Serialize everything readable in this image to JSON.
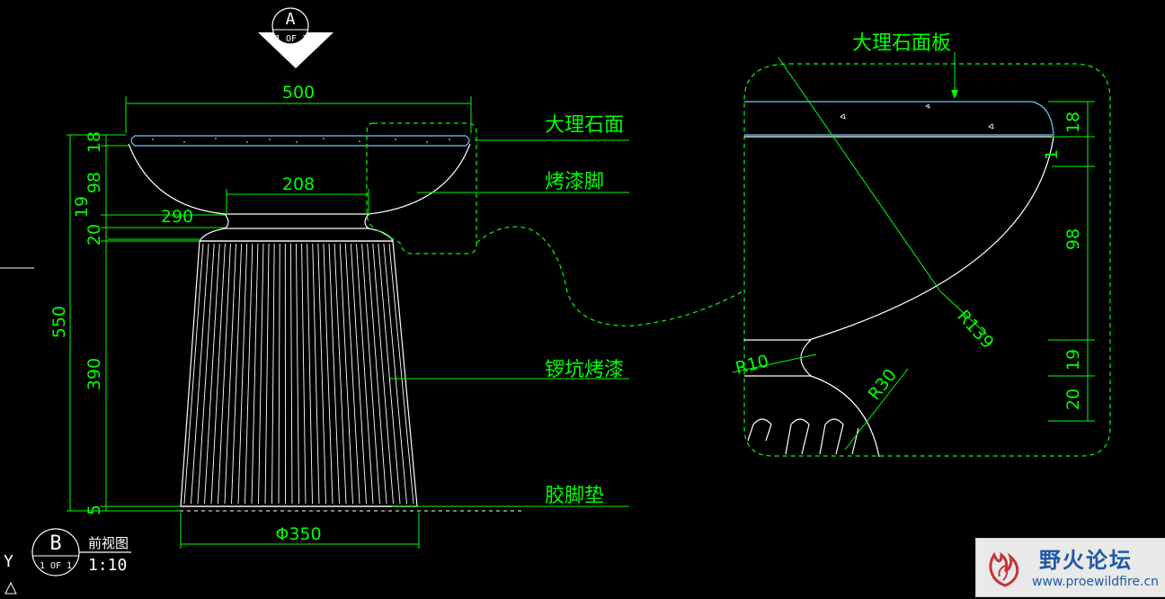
{
  "section_marker_a": {
    "letter": "A",
    "sheet": "1 OF 1"
  },
  "section_marker_b": {
    "letter": "B",
    "sheet": "1 OF 1",
    "view_name": "前视图",
    "scale": "1:10"
  },
  "axis_label": "Y",
  "front_view": {
    "width_top": "500",
    "neck_width": "208",
    "inner_width": "290",
    "base_diameter": "Φ350",
    "total_height": "550",
    "heights": [
      "18",
      "98",
      "19",
      "20",
      "390",
      "5"
    ]
  },
  "callouts": [
    "大理石面",
    "烤漆脚",
    "锣坑烤漆",
    "胶脚垫"
  ],
  "detail_view": {
    "title": "大理石面板",
    "radius_main": "R139",
    "radius_small": "R10",
    "radius_mid": "R30",
    "right_dims": [
      "18",
      "1",
      "98",
      "19",
      "20"
    ]
  },
  "watermark": {
    "title": "野火论坛",
    "url": "www.proewildfire.cn"
  },
  "colors": {
    "line": "#00ff00",
    "outline": "#ffffff",
    "marble": "#66ccff",
    "background": "#000000"
  }
}
